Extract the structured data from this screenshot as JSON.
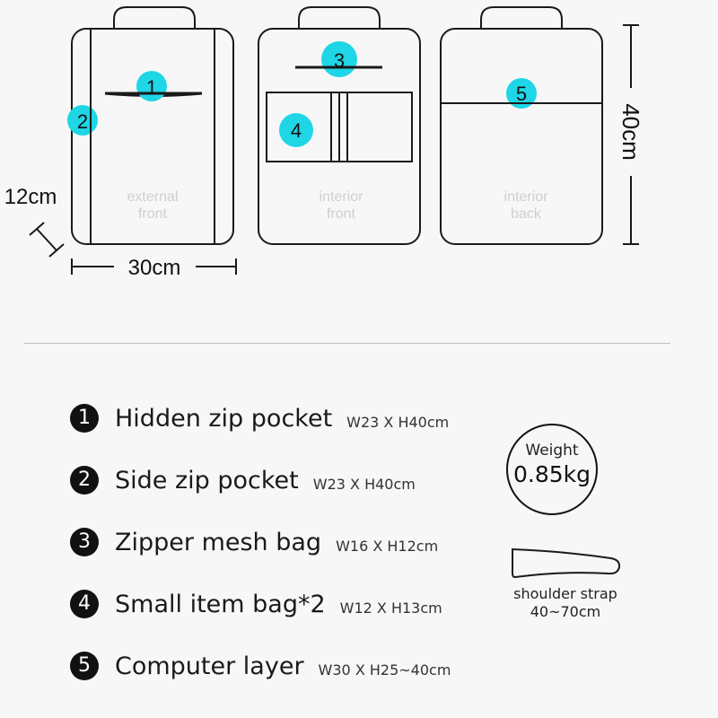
{
  "diagram": {
    "panels": [
      {
        "id": "external-front",
        "label_line1": "external",
        "label_line2": "front"
      },
      {
        "id": "interior-front",
        "label_line1": "interior",
        "label_line2": "front"
      },
      {
        "id": "interior-back",
        "label_line1": "interior",
        "label_line2": "back"
      }
    ],
    "markers": [
      "1",
      "2",
      "3",
      "4",
      "5"
    ],
    "dimensions": {
      "depth": "12cm",
      "width": "30cm",
      "height": "40cm"
    },
    "colors": {
      "marker": "#1ed6e6",
      "outline": "#1a1a1a",
      "panel_label": "#cfcfcf"
    }
  },
  "legend": {
    "items": [
      {
        "number": "1",
        "name": "Hidden zip pocket",
        "dims": "W23 X H40cm"
      },
      {
        "number": "2",
        "name": "Side zip pocket",
        "dims": "W23 X H40cm"
      },
      {
        "number": "3",
        "name": "Zipper mesh bag",
        "dims": "W16 X H12cm"
      },
      {
        "number": "4",
        "name": "Small item bag*2",
        "dims": "W12 X H13cm"
      },
      {
        "number": "5",
        "name": "Computer layer",
        "dims": "W30 X H25~40cm"
      }
    ]
  },
  "weight": {
    "label": "Weight",
    "value": "0.85kg"
  },
  "strap": {
    "label": "shoulder strap",
    "range": "40~70cm"
  }
}
